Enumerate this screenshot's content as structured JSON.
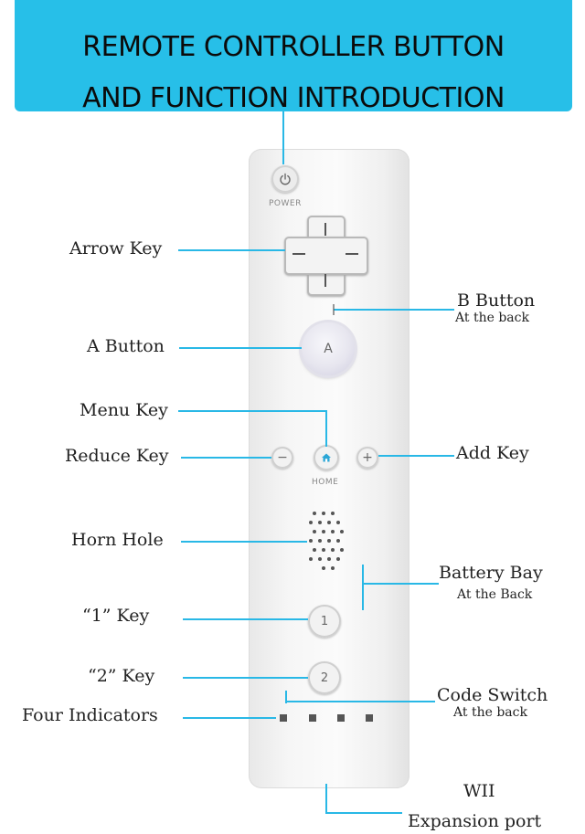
{
  "title": {
    "line1": "REMOTE CONTROLLER  BUTTON",
    "line2": "AND FUNCTION INTRODUCTION"
  },
  "remote": {
    "power_caption": "POWER",
    "a_button_label": "A",
    "home_caption": "HOME",
    "minus_symbol": "−",
    "plus_symbol": "+",
    "one_label": "1",
    "two_label": "2"
  },
  "labels": {
    "arrow_key": "Arrow Key",
    "b_button": "B Button",
    "b_button_sub": "At the back",
    "a_button": "A Button",
    "menu_key": "Menu Key",
    "reduce_key": "Reduce Key",
    "add_key": "Add Key",
    "horn_hole": "Horn Hole",
    "battery_bay": "Battery Bay",
    "battery_bay_sub": "At the Back",
    "key_1": "“1”  Key",
    "key_2": "“2” Key",
    "code_switch": "Code Switch",
    "code_switch_sub": "At the back",
    "four_indicators": "Four Indicators",
    "wii": "WII",
    "expansion_port": "Expansion port"
  },
  "colors": {
    "banner": "#27bfe8",
    "leader_lines": "#29b8e6"
  },
  "icons": [
    "power-icon",
    "home-icon"
  ]
}
